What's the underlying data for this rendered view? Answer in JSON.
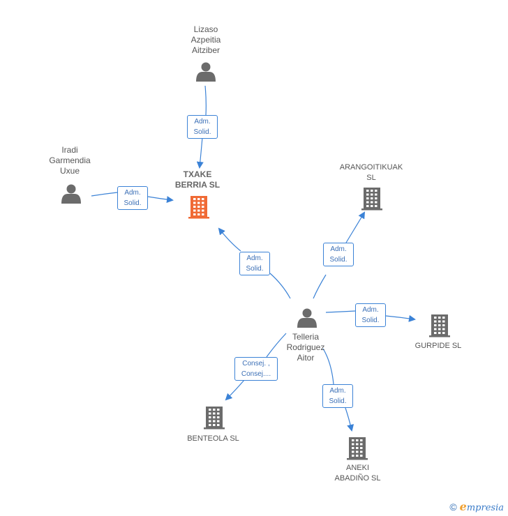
{
  "nodes": {
    "txake": {
      "label": "TXAKE\nBERRIA  SL",
      "kind": "company",
      "main": true
    },
    "lizaso": {
      "label": "Lizaso\nAzpeitia\nAitziber",
      "kind": "person"
    },
    "iradi": {
      "label": "Iradi\nGarmendia\nUxue",
      "kind": "person"
    },
    "telleria": {
      "label": "Telleria\nRodriguez\nAitor",
      "kind": "person"
    },
    "arangoitikuak": {
      "label": "ARANGOITIKUAK\nSL",
      "kind": "company"
    },
    "gurpide": {
      "label": "GURPIDE SL",
      "kind": "company"
    },
    "benteola": {
      "label": "BENTEOLA SL",
      "kind": "company"
    },
    "aneki": {
      "label": "ANEKI\nABADIÑO SL",
      "kind": "company"
    }
  },
  "edges": [
    {
      "from": "lizaso",
      "to": "txake",
      "label": "Adm.\nSolid."
    },
    {
      "from": "iradi",
      "to": "txake",
      "label": "Adm.\nSolid."
    },
    {
      "from": "telleria",
      "to": "txake",
      "label": "Adm.\nSolid."
    },
    {
      "from": "telleria",
      "to": "arangoitikuak",
      "label": "Adm.\nSolid."
    },
    {
      "from": "telleria",
      "to": "gurpide",
      "label": "Adm.\nSolid."
    },
    {
      "from": "telleria",
      "to": "benteola",
      "label": "Consej. ,\nConsej...."
    },
    {
      "from": "telleria",
      "to": "aneki",
      "label": "Adm.\nSolid."
    }
  ],
  "colors": {
    "edge": "#3b82d6",
    "person": "#6b6b6b",
    "company": "#6b6b6b",
    "main_company": "#f06a35"
  },
  "footer": {
    "copyright": "©",
    "brand_initial": "e",
    "brand_rest": "mpresia"
  }
}
